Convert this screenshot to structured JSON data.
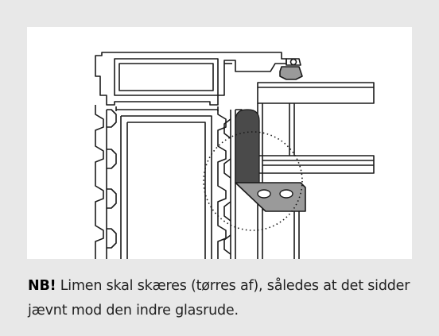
{
  "caption": {
    "nb_label": "NB!",
    "text": " Limen skal skæres (tørres af), således at det sidder jævnt mod den indre glasrude."
  },
  "colors": {
    "background": "#e8e8e8",
    "panel": "#ffffff",
    "line": "#1a1a1a",
    "seal": "#4a4a4a",
    "bracket": "#9a9a9a"
  },
  "icons": {
    "detail_marker": "dotted-circle-highlight",
    "seal": "dark-rounded-seal-strip",
    "bracket": "mounting-bracket-with-holes"
  }
}
